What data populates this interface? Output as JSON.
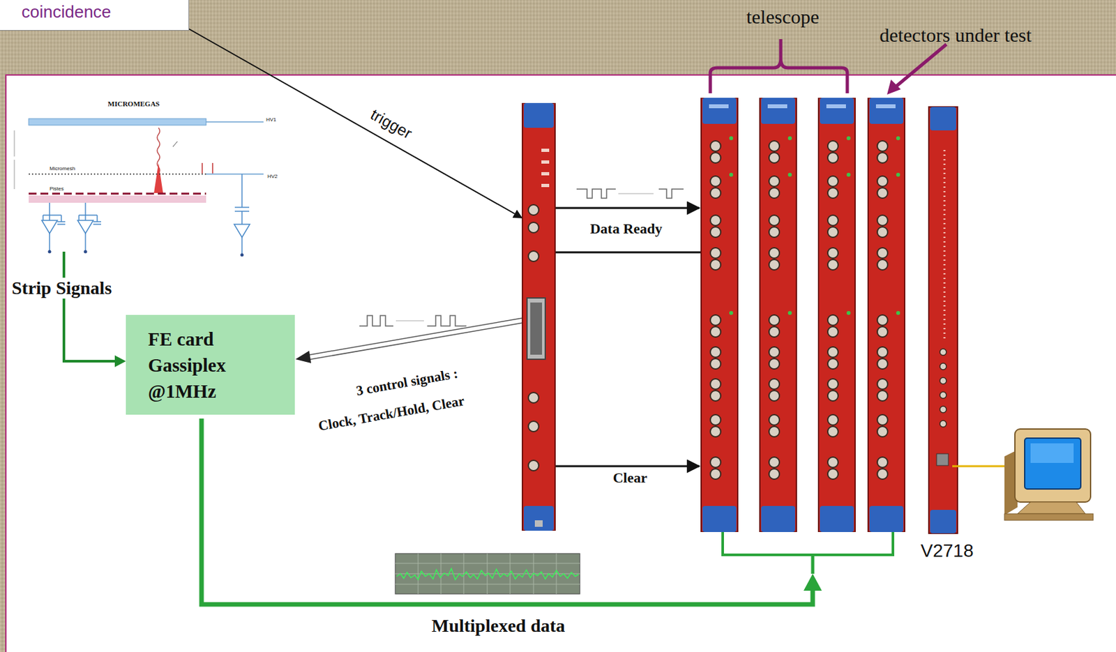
{
  "diagram": {
    "nodes": [
      {
        "text": [
          "coincidence"
        ]
      },
      {
        "text": [
          "FE card Gassiplex @1MHz"
        ]
      }
    ],
    "labels": [
      "telescope",
      "detectors under test",
      "trigger",
      "MICROMEGAS",
      "HV1",
      "HV2",
      "Micromesh",
      "Pistes",
      "Strip Signals",
      "Data Ready",
      "3 control signals :",
      "Clock, Track/Hold, Clear",
      "Clear",
      "Multiplexed data",
      "V2718"
    ]
  }
}
